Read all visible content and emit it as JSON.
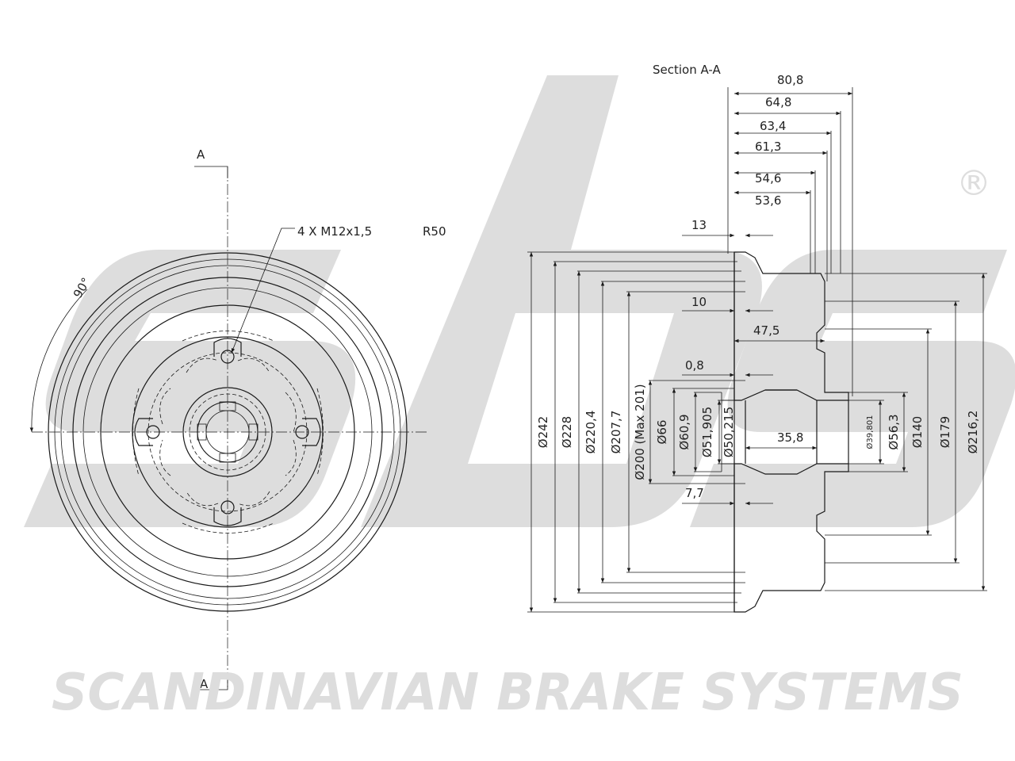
{
  "brand": {
    "logo_text": "sbs",
    "registered_mark": "®",
    "footer": "SCANDINAVIAN BRAKE SYSTEMS",
    "watermark_color": "#dddddd"
  },
  "front_view": {
    "section_marker_top": "A",
    "section_marker_bottom": "A",
    "bolt_callout": "4 X M12x1,5",
    "radius_callout": "R50",
    "angle": "90°"
  },
  "section_view": {
    "title": "Section A-A",
    "horizontal_dims": [
      "80,8",
      "64,8",
      "63,4",
      "61,3",
      "54,6",
      "53,6",
      "13",
      "10",
      "47,5",
      "0,8",
      "35,8",
      "7,7"
    ],
    "vertical_dims_left": [
      "Ø242",
      "Ø228",
      "Ø220,4",
      "Ø207,7",
      "Ø200 (Max 201)",
      "Ø66",
      "Ø60,9",
      "Ø51,905",
      "Ø50,215"
    ],
    "vertical_dims_right": [
      "Ø39,801",
      "Ø56,3",
      "Ø140",
      "Ø179",
      "Ø216,2"
    ]
  }
}
